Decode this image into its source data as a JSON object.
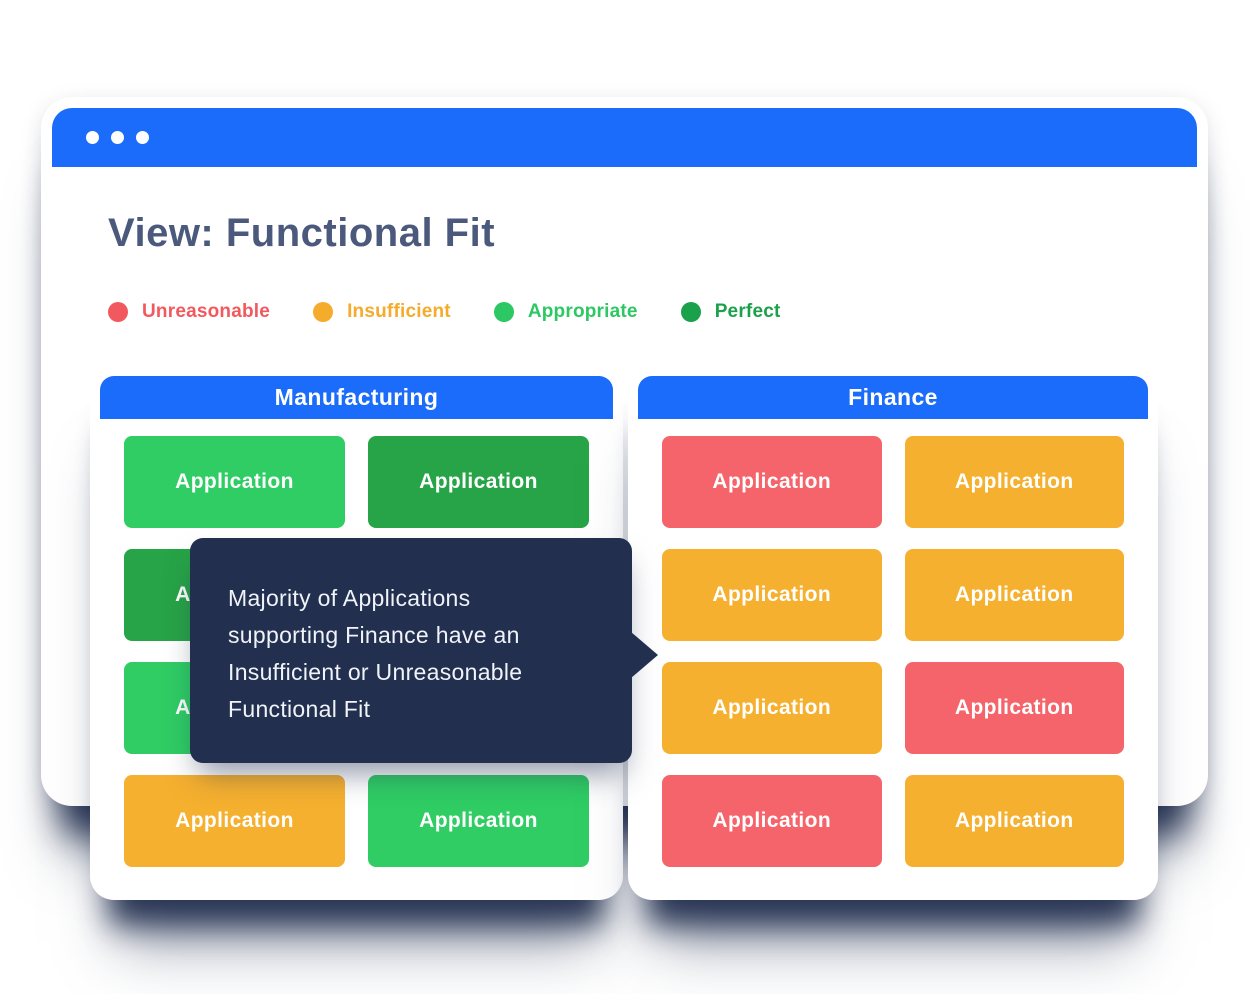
{
  "window": {
    "title": "View: Functional Fit",
    "titlebar_dots": 3
  },
  "palette": {
    "blue": "#1b6cfa",
    "red": "#f4646a",
    "orange": "#f6b02f",
    "green": "#2fcd64",
    "dark-green": "#27a447",
    "navy": "#222f4f",
    "title-text": "#4b5a7c"
  },
  "legend": {
    "items": [
      {
        "label": "Unreasonable",
        "color": "#f2595f"
      },
      {
        "label": "Insufficient",
        "color": "#f5ab2c"
      },
      {
        "label": "Appropriate",
        "color": "#2dc763"
      },
      {
        "label": "Perfect",
        "color": "#1ba14b"
      }
    ]
  },
  "tile_label": "Application",
  "groups": [
    {
      "name": "Manufacturing",
      "tiles": [
        {
          "color": "green"
        },
        {
          "color": "dark-green"
        },
        {
          "color": "dark-green"
        },
        {
          "color": "dark-green",
          "covered_by_tooltip": true
        },
        {
          "color": "green"
        },
        {
          "color": "green",
          "covered_by_tooltip": true
        },
        {
          "color": "orange"
        },
        {
          "color": "green"
        }
      ]
    },
    {
      "name": "Finance",
      "tiles": [
        {
          "color": "red"
        },
        {
          "color": "orange"
        },
        {
          "color": "orange"
        },
        {
          "color": "orange"
        },
        {
          "color": "orange"
        },
        {
          "color": "red"
        },
        {
          "color": "red"
        },
        {
          "color": "orange"
        }
      ]
    }
  ],
  "tooltip": {
    "lines": [
      "Majority of Applications",
      "supporting Finance have an",
      "Insufficient or Unreasonable",
      "Functional Fit"
    ]
  }
}
